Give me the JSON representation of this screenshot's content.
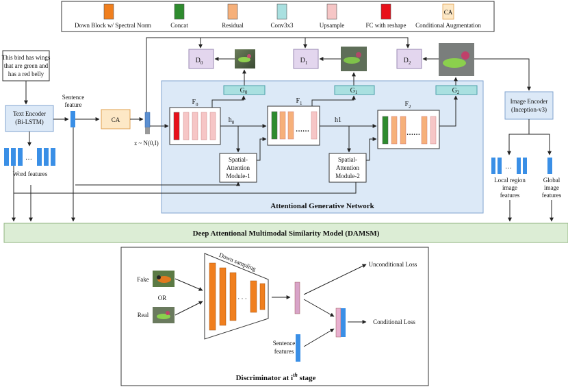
{
  "legend": [
    {
      "label": "Down Block w/ Spectral Norm",
      "color": "#f07f1e"
    },
    {
      "label": "Concat",
      "color": "#2e8b2e"
    },
    {
      "label": "Residual",
      "color": "#f6b07a"
    },
    {
      "label": "Conv3x3",
      "color": "#a9e0e0"
    },
    {
      "label": "Upsample",
      "color": "#f6c6c6"
    },
    {
      "label": "FC with reshape",
      "color": "#e8101a"
    },
    {
      "label": "Conditional Augmentation",
      "color": "#fde8c6",
      "badge": "CA"
    }
  ],
  "caption_lines": [
    "This bird has wings",
    "that are green and",
    "has a red belly"
  ],
  "text_encoder": {
    "line1": "Text Encoder",
    "line2": "(Bi-LSTM)"
  },
  "sentence_feature": {
    "line1": "Sentence",
    "line2": "feature"
  },
  "ca_label": "CA",
  "noise_label": "z ~ N(0,I)",
  "word_features_label": "Word features",
  "discriminators": {
    "d0": "D",
    "d1": "D",
    "d2": "D",
    "sub0": "0",
    "sub1": "1",
    "sub2": "2"
  },
  "generators": {
    "g0": "G",
    "g1": "G",
    "g2": "G",
    "sub0": "0",
    "sub1": "1",
    "sub2": "2"
  },
  "stages": {
    "f0": "F",
    "f1": "F",
    "f2": "F",
    "sub0": "0",
    "sub1": "1",
    "sub2": "2"
  },
  "hidden": {
    "h0": "h",
    "h0_sub": "0",
    "h1": "h1"
  },
  "attention": {
    "m1": [
      "Spatial-",
      "Attention",
      "Module-1"
    ],
    "m2": [
      "Spatial-",
      "Attention",
      "Module-2"
    ]
  },
  "agn_label": "Attentional Generative Network",
  "image_encoder": {
    "line1": "Image Encoder",
    "line2": "(Inception-v3)"
  },
  "local_features": [
    "Local region",
    "image",
    "features"
  ],
  "global_features": [
    "Global",
    "image",
    "features"
  ],
  "damsm_label": "Deep Attentional Multimodal Similarity Model (DAMSM)",
  "disc": {
    "fake": "Fake",
    "or": "OR",
    "real": "Real",
    "down_sampling": "Down sampling",
    "dots": "· · ·",
    "sentence_features": [
      "Sentence",
      "features"
    ],
    "unconditional_loss": "Unconditional Loss",
    "conditional_loss": "Conditional Loss",
    "title": "Discriminator at i",
    "title_sup": "th",
    "title_tail": " stage"
  },
  "colors": {
    "agn_bg": "#dce9f7",
    "agn_border": "#7fa3cf",
    "damsm_bg": "#dcedd5",
    "damsm_border": "#8fb47f",
    "disc_fill": "#d8a3c8",
    "box_fill": "#e3d6ee",
    "blue": "#3a8fe6"
  }
}
